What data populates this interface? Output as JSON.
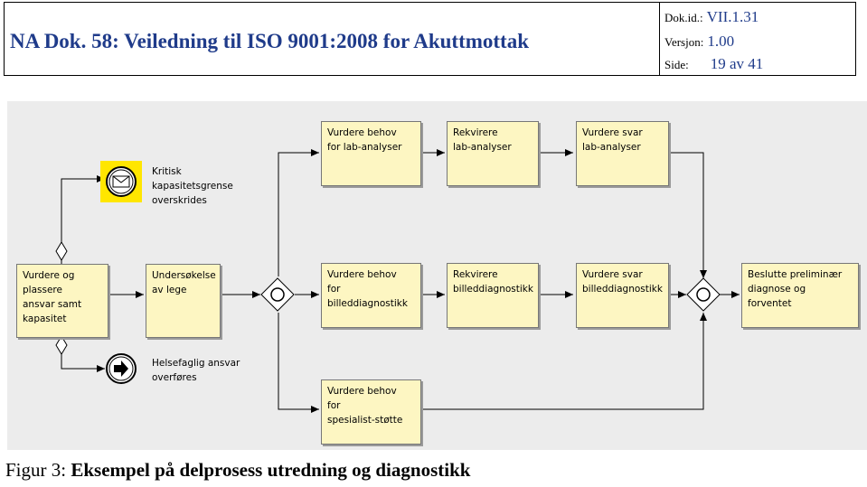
{
  "header": {
    "title": "NA Dok. 58: Veiledning til ISO 9001:2008 for Akuttmottak",
    "docid_label": "Dok.id.:",
    "docid_value": "VII.1.31",
    "version_label": "Versjon:",
    "version_value": "1.00",
    "page_label": "Side:",
    "page_value": "19 av 41"
  },
  "diagram": {
    "boxes": {
      "vurdere_ansvar": [
        "Vurdere og",
        "plassere",
        "ansvar samt",
        "kapasitet"
      ],
      "undersokelse": [
        "Undersøkelse",
        "av lege"
      ],
      "behov_lab": [
        "Vurdere behov",
        "for lab-analyser"
      ],
      "rekvirere_lab": [
        "Rekvirere",
        "lab-analyser"
      ],
      "svar_lab": [
        "Vurdere svar",
        "lab-analyser"
      ],
      "behov_bilde": [
        "Vurdere behov",
        "for",
        "billeddiagnostikk"
      ],
      "rekvirere_bilde": [
        "Rekvirere",
        "billeddiagnostikk"
      ],
      "svar_bilde": [
        "Vurdere svar",
        "billeddiagnostikk"
      ],
      "beslutte": [
        "Beslutte preliminær",
        "diagnose og",
        "forventet"
      ],
      "behov_spesialist": [
        "Vurdere behov",
        "for",
        "spesialist-støtte"
      ]
    },
    "events": {
      "kritisk": [
        "Kritisk",
        "kapasitetsgrense",
        "overskrides"
      ],
      "helsefaglig": [
        "Helsefaglig ansvar",
        "overføres"
      ]
    },
    "colors": {
      "task_fill": "#fdf6c2",
      "highlight": "#ffe600",
      "background": "#ececec"
    }
  },
  "caption": {
    "prefix": "Figur 3: ",
    "text": "Eksempel på delprosess utredning og diagnostikk"
  }
}
